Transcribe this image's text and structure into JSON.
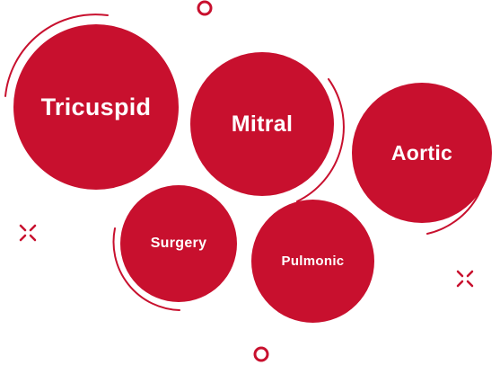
{
  "colors": {
    "bubble_fill": "#c8102e",
    "accent_stroke": "#c8102e",
    "bubble_text": "#ffffff",
    "background": "#ffffff"
  },
  "bubbles": [
    {
      "id": "tricuspid",
      "label": "Tricuspid"
    },
    {
      "id": "mitral",
      "label": "Mitral"
    },
    {
      "id": "aortic",
      "label": "Aortic"
    },
    {
      "id": "surgery",
      "label": "Surgery"
    },
    {
      "id": "pulmonic",
      "label": "Pulmonic"
    }
  ],
  "decorations": {
    "ring_icons": [
      "ring-icon",
      "ring-icon"
    ],
    "sparkle_icons": [
      "sparkle-icon",
      "sparkle-icon"
    ]
  }
}
